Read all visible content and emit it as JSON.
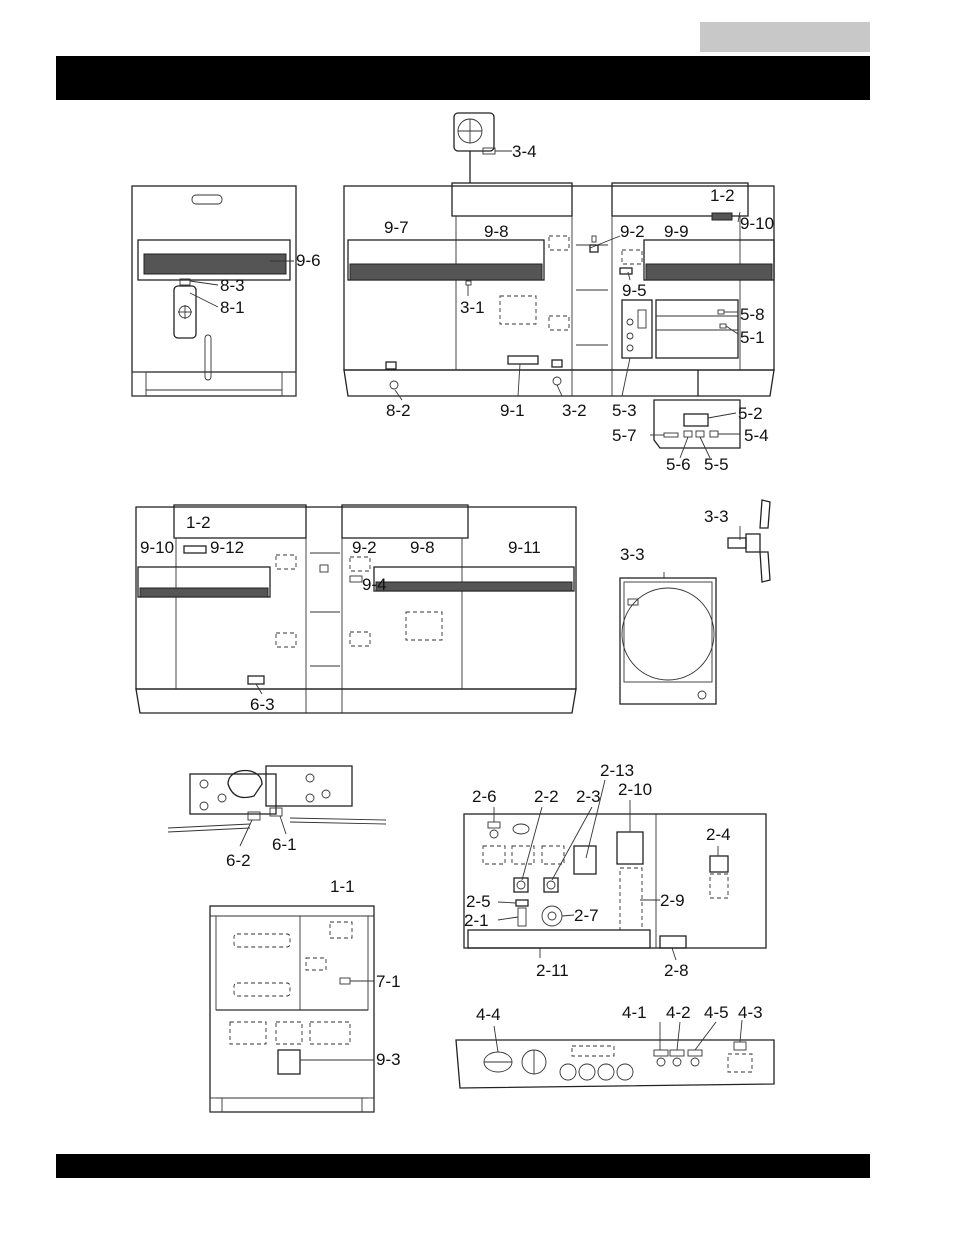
{
  "header": {
    "tab": "",
    "title": ""
  },
  "footer": {
    "text": ""
  },
  "callouts": {
    "front_end": [
      "9-6",
      "8-3",
      "8-1"
    ],
    "left_side": [
      "3-4",
      "1-2",
      "9-7",
      "9-8",
      "9-2",
      "9-9",
      "9-10",
      "3-1",
      "9-5",
      "5-8",
      "5-1",
      "8-2",
      "9-1",
      "3-2",
      "5-3"
    ],
    "control_box_small": [
      "5-2",
      "5-7",
      "5-4",
      "5-6",
      "5-5"
    ],
    "right_side": [
      "1-2",
      "9-10",
      "9-12",
      "9-2",
      "9-8",
      "9-11",
      "9-4",
      "6-3"
    ],
    "radiator": [
      "3-3",
      "3-3"
    ],
    "battery": [
      "6-2",
      "6-1"
    ],
    "rear_end": [
      "1-1",
      "7-1",
      "9-3"
    ],
    "control_panel": [
      "2-13",
      "2-6",
      "2-2",
      "2-3",
      "2-10",
      "2-4",
      "2-5",
      "2-9",
      "2-1",
      "2-7",
      "2-11",
      "2-8"
    ],
    "engine_panel": [
      "4-4",
      "4-1",
      "4-2",
      "4-5",
      "4-3"
    ]
  }
}
